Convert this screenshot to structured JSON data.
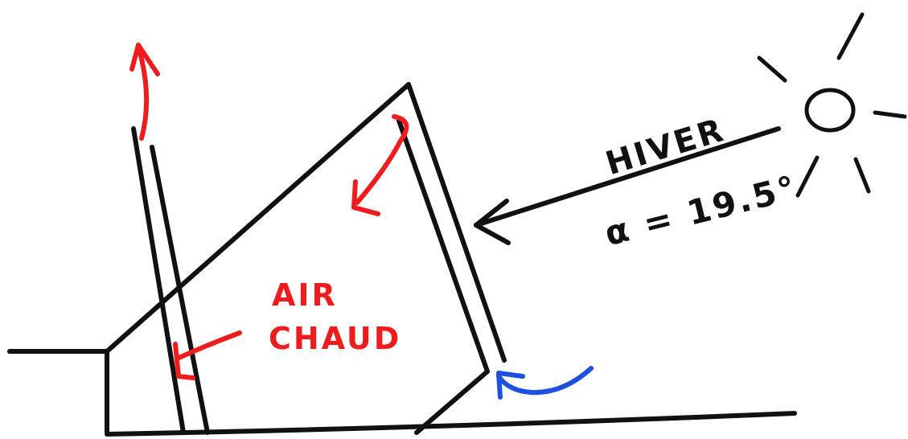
{
  "labels": {
    "season": "HIVER",
    "angle": "α = 19.5°",
    "hot_air_line1": "AIR",
    "hot_air_line2": "CHAUD"
  },
  "colors": {
    "ink": "#111111",
    "hot_air": "#ee1c1c",
    "cold_air": "#1f4fe0",
    "background": "#ffffff"
  }
}
